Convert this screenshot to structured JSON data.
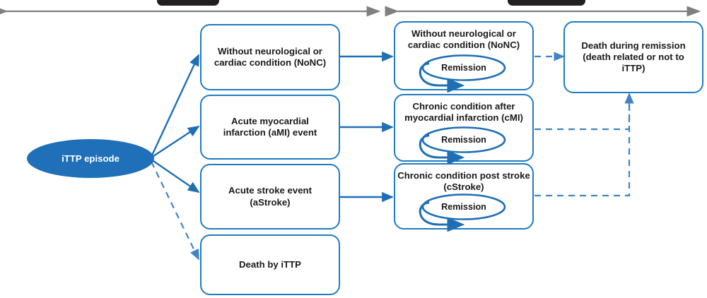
{
  "figure": {
    "title_bar": {
      "left_phase": {
        "label": "",
        "redacted": true
      },
      "right_phase": {
        "label": "",
        "redacted": true
      }
    },
    "timeline_axes": [
      {
        "name": "left-phase-axis",
        "style": "double-headed-arrow",
        "color": "#808080"
      },
      {
        "name": "right-phase-axis",
        "style": "double-headed-arrow",
        "color": "#808080"
      }
    ],
    "colors": {
      "node_border": "#1f7cc2",
      "node_fill": "#ffffff",
      "start_fill": "#1f70b8",
      "start_text": "#ffffff",
      "edge_solid": "#1f6fb5",
      "edge_dashed": "#3f84c4",
      "axis": "#808080",
      "redaction": "#231f20"
    },
    "start_node": {
      "id": "ittp-episode",
      "label": "iTTP episode",
      "shape": "ellipse"
    },
    "acute_column": [
      {
        "id": "nonc-acute",
        "label": "Without neurological or\ncardiac condition (NoNC)"
      },
      {
        "id": "ami-acute",
        "label": "Acute myocardial\ninfarction (aMI) event"
      },
      {
        "id": "astroke-acute",
        "label": "Acute stroke event\n(aStroke)"
      },
      {
        "id": "death-ittp",
        "label": "Death by iTTP"
      }
    ],
    "chronic_column": [
      {
        "id": "nonc-chronic",
        "label": "Without neurological or\ncardiac condition (NoNC)",
        "self_loop": "Remission"
      },
      {
        "id": "cmi-chronic",
        "label": "Chronic condition after\nmyocardial infarction (cMI)",
        "self_loop": "Remission"
      },
      {
        "id": "cstroke-chronic",
        "label": "Chronic condition post stroke\n(cStroke)",
        "self_loop": "Remission"
      }
    ],
    "terminal_node": {
      "id": "death-remission",
      "label": "Death during remission\n(death related or not to\niTTP)"
    },
    "edges": [
      {
        "from": "ittp-episode",
        "to": "nonc-acute",
        "style": "solid"
      },
      {
        "from": "ittp-episode",
        "to": "ami-acute",
        "style": "solid"
      },
      {
        "from": "ittp-episode",
        "to": "astroke-acute",
        "style": "solid"
      },
      {
        "from": "ittp-episode",
        "to": "death-ittp",
        "style": "dashed"
      },
      {
        "from": "nonc-acute",
        "to": "nonc-chronic",
        "style": "solid"
      },
      {
        "from": "ami-acute",
        "to": "cmi-chronic",
        "style": "solid"
      },
      {
        "from": "astroke-acute",
        "to": "cstroke-chronic",
        "style": "solid"
      },
      {
        "from": "nonc-chronic",
        "to": "death-remission",
        "style": "dashed"
      },
      {
        "from": "cmi-chronic",
        "to": "death-remission",
        "style": "dashed"
      },
      {
        "from": "cstroke-chronic",
        "to": "death-remission",
        "style": "dashed"
      },
      {
        "from": "nonc-chronic",
        "to": "nonc-chronic",
        "style": "self-loop",
        "label": "Remission"
      },
      {
        "from": "cmi-chronic",
        "to": "cmi-chronic",
        "style": "self-loop",
        "label": "Remission"
      },
      {
        "from": "cstroke-chronic",
        "to": "cstroke-chronic",
        "style": "self-loop",
        "label": "Remission"
      }
    ]
  }
}
